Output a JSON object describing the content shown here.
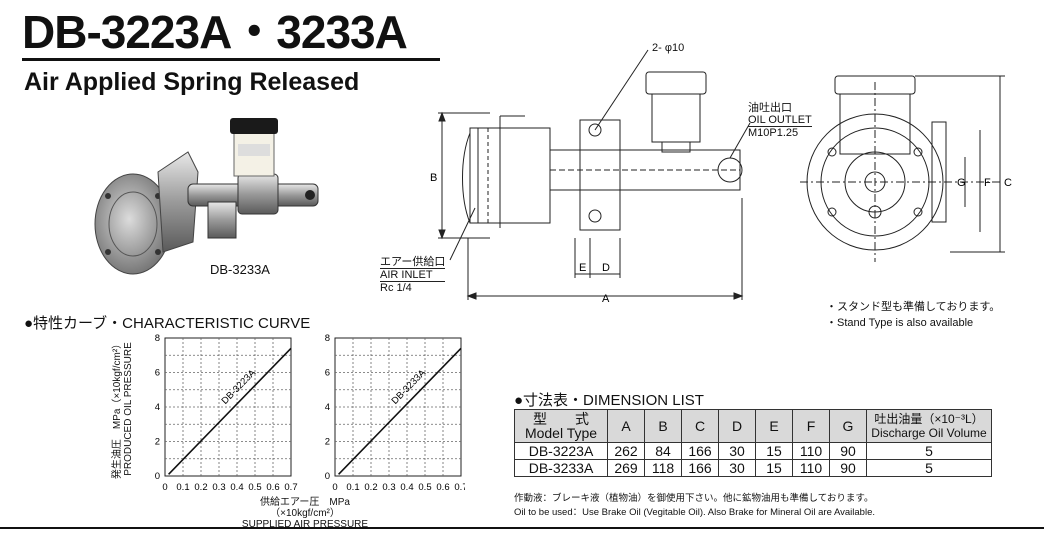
{
  "header": {
    "title": "DB-3223A・3233A",
    "subtitle": "Air Applied Spring Released"
  },
  "photo": {
    "caption": "DB-3233A"
  },
  "drawing": {
    "hole_label": "2- φ10",
    "oil_outlet_jp": "油吐出口",
    "oil_outlet_en": "OIL OUTLET",
    "oil_outlet_spec": "M10P1.25",
    "air_inlet_jp": "エアー供給口",
    "air_inlet_en": "AIR INLET",
    "air_inlet_spec": "Rc 1/4",
    "dim_a": "A",
    "dim_b": "B",
    "dim_c": "C",
    "dim_d": "D",
    "dim_e": "E",
    "dim_f": "F",
    "dim_g": "G"
  },
  "stand_notes": {
    "jp": "・スタンド型も準備しております。",
    "en": "・Stand Type is also available"
  },
  "curve_section": {
    "heading": "●特性カーブ・CHARACTERISTIC CURVE",
    "ylabel_jp": "発生油圧　MPa（×10kgf/cm²）",
    "ylabel_en": "PRODUCED OIL PRESSURE",
    "xlabel_jp": "供給エアー圧　MPa（×10kgf/cm²）",
    "xlabel_en": "SUPPLIED AIR PRESSURE"
  },
  "chart_data": [
    {
      "type": "line",
      "x_ticks": [
        "0",
        "0.1",
        "0.2",
        "0.3",
        "0.4",
        "0.5",
        "0.6",
        "0.7"
      ],
      "y_ticks": [
        "0",
        "2",
        "4",
        "6",
        "8"
      ],
      "xlim": [
        0,
        0.7
      ],
      "ylim": [
        0,
        8
      ],
      "grid": true,
      "series": [
        {
          "name": "DB-3223A",
          "x": [
            0.02,
            0.7
          ],
          "y": [
            0.1,
            7.4
          ]
        }
      ]
    },
    {
      "type": "line",
      "x_ticks": [
        "0",
        "0.1",
        "0.2",
        "0.3",
        "0.4",
        "0.5",
        "0.6",
        "0.7"
      ],
      "y_ticks": [
        "0",
        "2",
        "4",
        "6",
        "8"
      ],
      "xlim": [
        0,
        0.7
      ],
      "ylim": [
        0,
        8
      ],
      "grid": true,
      "series": [
        {
          "name": "DB-3233A",
          "x": [
            0.02,
            0.7
          ],
          "y": [
            0.1,
            7.4
          ]
        }
      ]
    }
  ],
  "dimension_list": {
    "heading": "●寸法表・DIMENSION LIST",
    "model_header_jp": "型　　式",
    "model_header_en": "Model Type",
    "columns": [
      "A",
      "B",
      "C",
      "D",
      "E",
      "F",
      "G"
    ],
    "discharge_header_jp": "吐出油量（×10⁻³L）",
    "discharge_header_en": "Discharge Oil Volume",
    "rows": [
      {
        "model": "DB-3223A",
        "values": [
          "262",
          "84",
          "166",
          "30",
          "15",
          "110",
          "90"
        ],
        "discharge": "5"
      },
      {
        "model": "DB-3233A",
        "values": [
          "269",
          "118",
          "166",
          "30",
          "15",
          "110",
          "90"
        ],
        "discharge": "5"
      }
    ],
    "footnote_jp": "作動液：ブレーキ液（植物油）を御使用下さい。他に鉱物油用も準備しております。",
    "footnote_en": "Oil to be used：Use Brake Oil (Vegitable Oil). Also Brake for Mineral Oil are Available."
  }
}
